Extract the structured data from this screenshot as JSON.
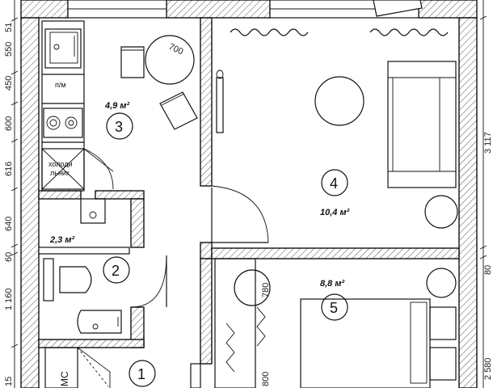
{
  "plan": {
    "rooms": [
      {
        "number": "1",
        "area": ""
      },
      {
        "number": "2",
        "area": "2,3 м²"
      },
      {
        "number": "3",
        "area": "4,9 м²"
      },
      {
        "number": "4",
        "area": "10,4 м²"
      },
      {
        "number": "5",
        "area": "8,8 м²"
      }
    ],
    "fixtures": {
      "microwave": "п/м",
      "fridge_line1": "холоди",
      "fridge_line2": "льник",
      "closet": "МС"
    },
    "dimensions": {
      "left": [
        "15",
        "1 160",
        "60",
        "640",
        "616",
        "600",
        "450",
        "550",
        "51"
      ],
      "right": [
        "3 117",
        "80",
        "2 580"
      ],
      "table": "700",
      "wardrobe_top": "780",
      "wardrobe_bottom": "800"
    }
  },
  "colors": {
    "line": "#111111",
    "hatch": "#444444",
    "background": "#ffffff"
  }
}
